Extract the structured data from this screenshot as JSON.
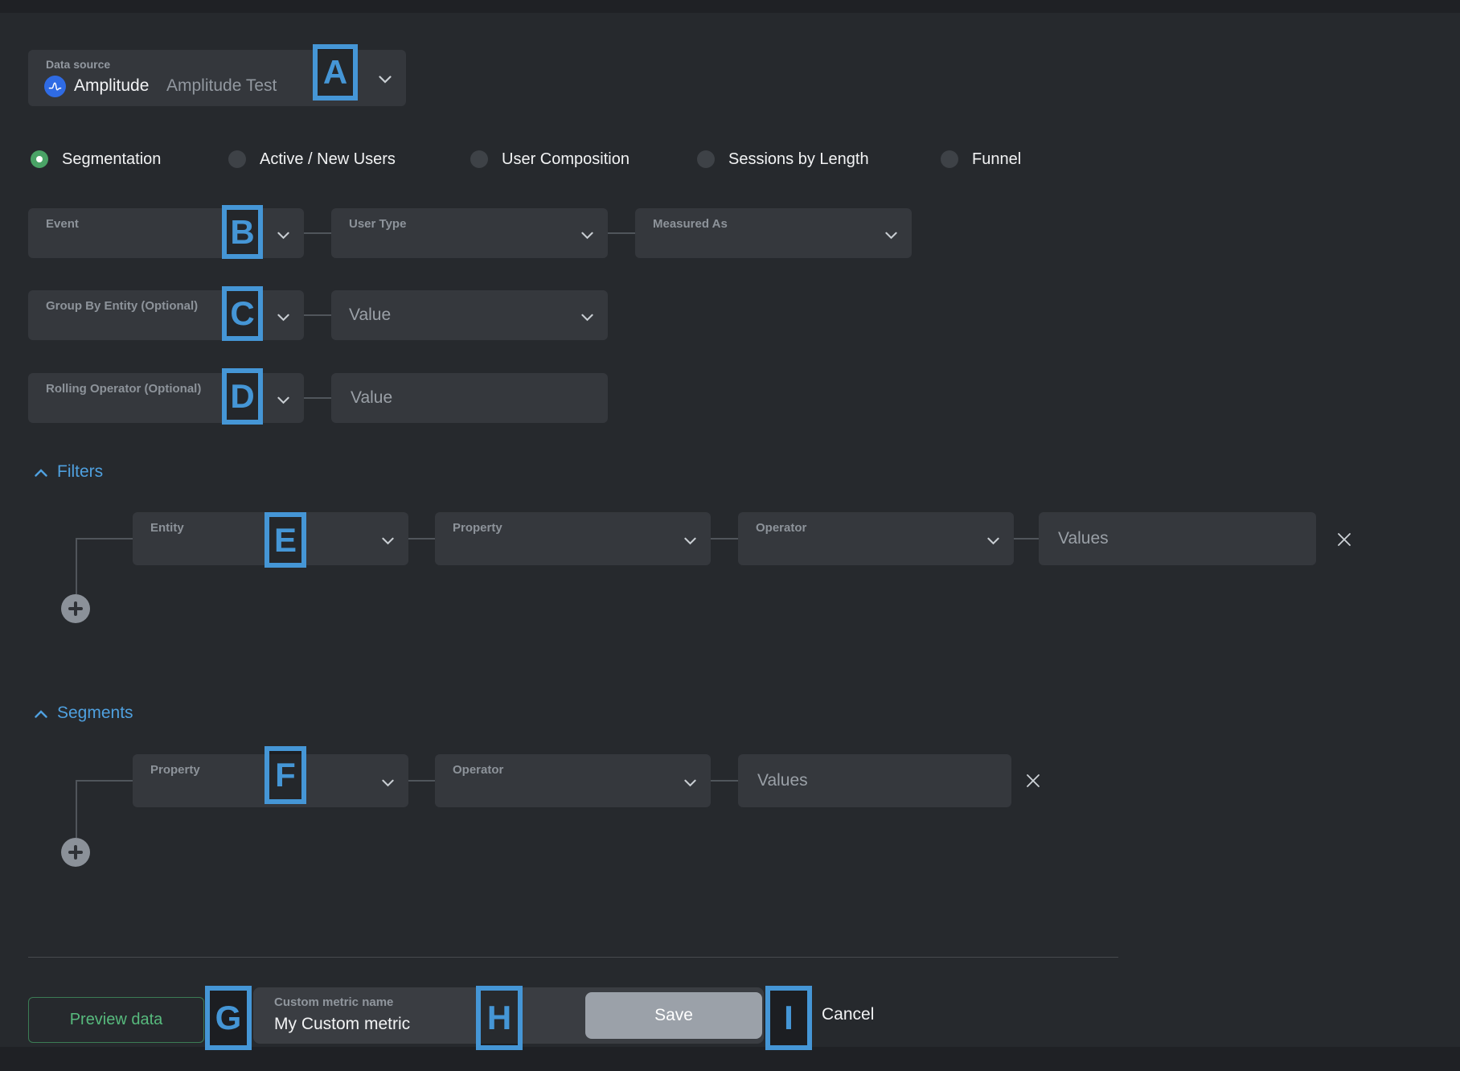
{
  "data_source": {
    "label": "Data source",
    "provider": "Amplitude",
    "workspace": "Amplitude Test"
  },
  "metric_types": [
    {
      "label": "Segmentation",
      "selected": true
    },
    {
      "label": "Active / New Users",
      "selected": false
    },
    {
      "label": "User Composition",
      "selected": false
    },
    {
      "label": "Sessions by Length",
      "selected": false
    },
    {
      "label": "Funnel",
      "selected": false
    }
  ],
  "builder": {
    "event_label": "Event",
    "user_type_label": "User Type",
    "measured_as_label": "Measured As",
    "group_by_label": "Group By Entity (Optional)",
    "group_by_value_placeholder": "Value",
    "rolling_operator_label": "Rolling Operator (Optional)",
    "rolling_value_placeholder": "Value"
  },
  "filters": {
    "title": "Filters",
    "entity_label": "Entity",
    "property_label": "Property",
    "operator_label": "Operator",
    "values_placeholder": "Values"
  },
  "segments": {
    "title": "Segments",
    "property_label": "Property",
    "operator_label": "Operator",
    "values_placeholder": "Values"
  },
  "footer": {
    "preview_label": "Preview data",
    "metric_name_label": "Custom metric name",
    "metric_name_value": "My Custom metric",
    "save_label": "Save",
    "cancel_label": "Cancel"
  },
  "annotations": {
    "a": "A",
    "b": "B",
    "c": "C",
    "d": "D",
    "e": "E",
    "f": "F",
    "g": "G",
    "h": "H",
    "i": "I"
  },
  "colors": {
    "annotation_blue": "#4596d6",
    "section_header_blue": "#4fa0df",
    "radio_selected_green": "#4aa366",
    "preview_green": "#57ba7d",
    "amplitude_blue": "#2f6be4",
    "save_button_gray": "#9ba1a9",
    "panel_gray": "#35383d",
    "background": "#26292d"
  }
}
